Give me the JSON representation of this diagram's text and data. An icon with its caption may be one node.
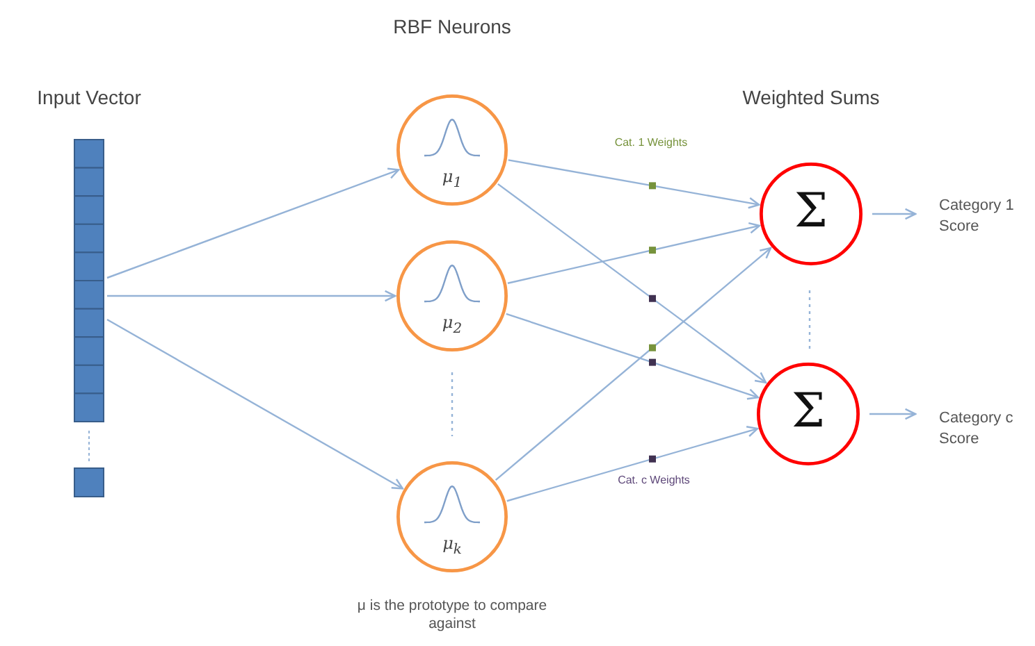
{
  "diagram": {
    "nodes": [
      {
        "text": [
          "Input Vector"
        ]
      },
      {
        "text": [
          "μ$_{1}$"
        ]
      },
      {
        "text": [
          "μ$_{2}$"
        ]
      },
      {
        "text": [
          "μ$_{k}$"
        ]
      },
      {
        "text": [
          "Σ"
        ]
      },
      {
        "text": [
          "Σ"
        ]
      },
      {
        "text": [
          "Category 1 Score"
        ]
      },
      {
        "text": [
          "Category c Score"
        ]
      }
    ],
    "edges": [
      {
        "from": 0,
        "to": 1,
        "arrow": "to"
      },
      {
        "from": 0,
        "to": 2,
        "arrow": "to"
      },
      {
        "from": 0,
        "to": 3,
        "arrow": "to"
      },
      {
        "from": 1,
        "to": 4,
        "arrow": "to"
      },
      {
        "from": 1,
        "to": 5,
        "arrow": "to"
      },
      {
        "from": 2,
        "to": 4,
        "arrow": "to"
      },
      {
        "from": 2,
        "to": 5,
        "arrow": "to"
      },
      {
        "from": 3,
        "to": 4,
        "arrow": "to"
      },
      {
        "from": 3,
        "to": 5,
        "arrow": "to"
      },
      {
        "from": 4,
        "to": 6,
        "arrow": "to"
      },
      {
        "from": 5,
        "to": 7,
        "arrow": "to"
      }
    ],
    "labels": [
      "RBF Neurons",
      "Weighted Sums",
      "Cat. 1 Weights",
      "Cat. c Weights",
      "μ is the prototype to compare against"
    ]
  }
}
